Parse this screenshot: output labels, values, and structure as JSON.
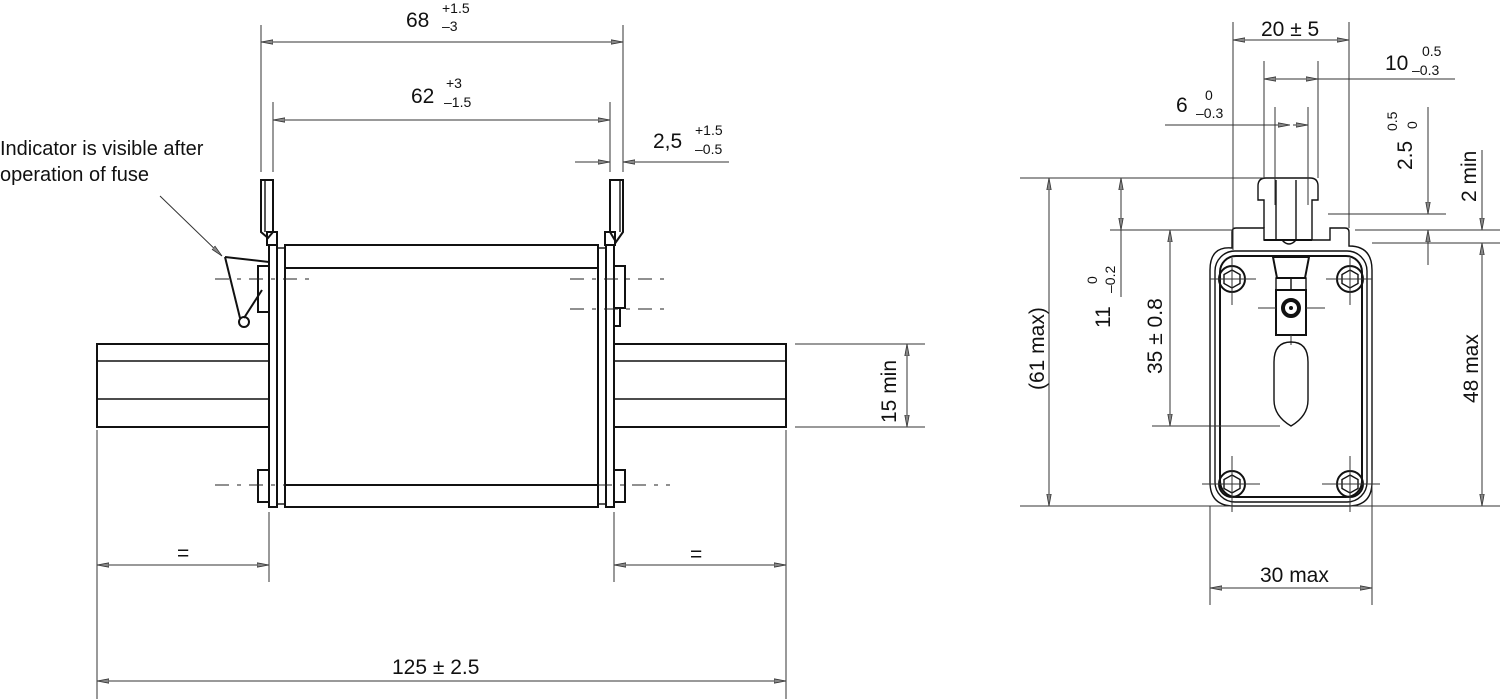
{
  "drawing": {
    "note": {
      "line1": "Indicator is visible after",
      "line2": "operation of fuse"
    },
    "side_view": {
      "overall_length": {
        "value": "125 ± 2.5"
      },
      "equal_left": "=",
      "equal_right": "=",
      "contact_outer": {
        "value": "68",
        "upper": "+1.5",
        "lower": "–3"
      },
      "contact_inner": {
        "value": "62",
        "upper": "+3",
        "lower": "–1.5"
      },
      "contact_thickness": {
        "value": "2,5",
        "upper": "+1.5",
        "lower": "–0.5"
      },
      "blade_height": {
        "value": "15 min"
      }
    },
    "end_view": {
      "tab_width": {
        "value": "20 ± 5"
      },
      "slot_width": {
        "value": "10",
        "upper": "0.5",
        "lower": "–0.3"
      },
      "inner_slot": {
        "value": "6",
        "upper": "0",
        "lower": "–0.3"
      },
      "tab_step": {
        "value": "2.5",
        "upper": "0.5",
        "lower": "0"
      },
      "min_gap": {
        "value": "2 min"
      },
      "overall_height": {
        "value": "(61 max)"
      },
      "tab_height": {
        "value": "11",
        "upper": "0",
        "lower": "–0.2"
      },
      "indicator_height": {
        "value": "35 ± 0.8"
      },
      "body_height": {
        "value": "48 max"
      },
      "body_width": {
        "value": "30 max"
      }
    }
  }
}
